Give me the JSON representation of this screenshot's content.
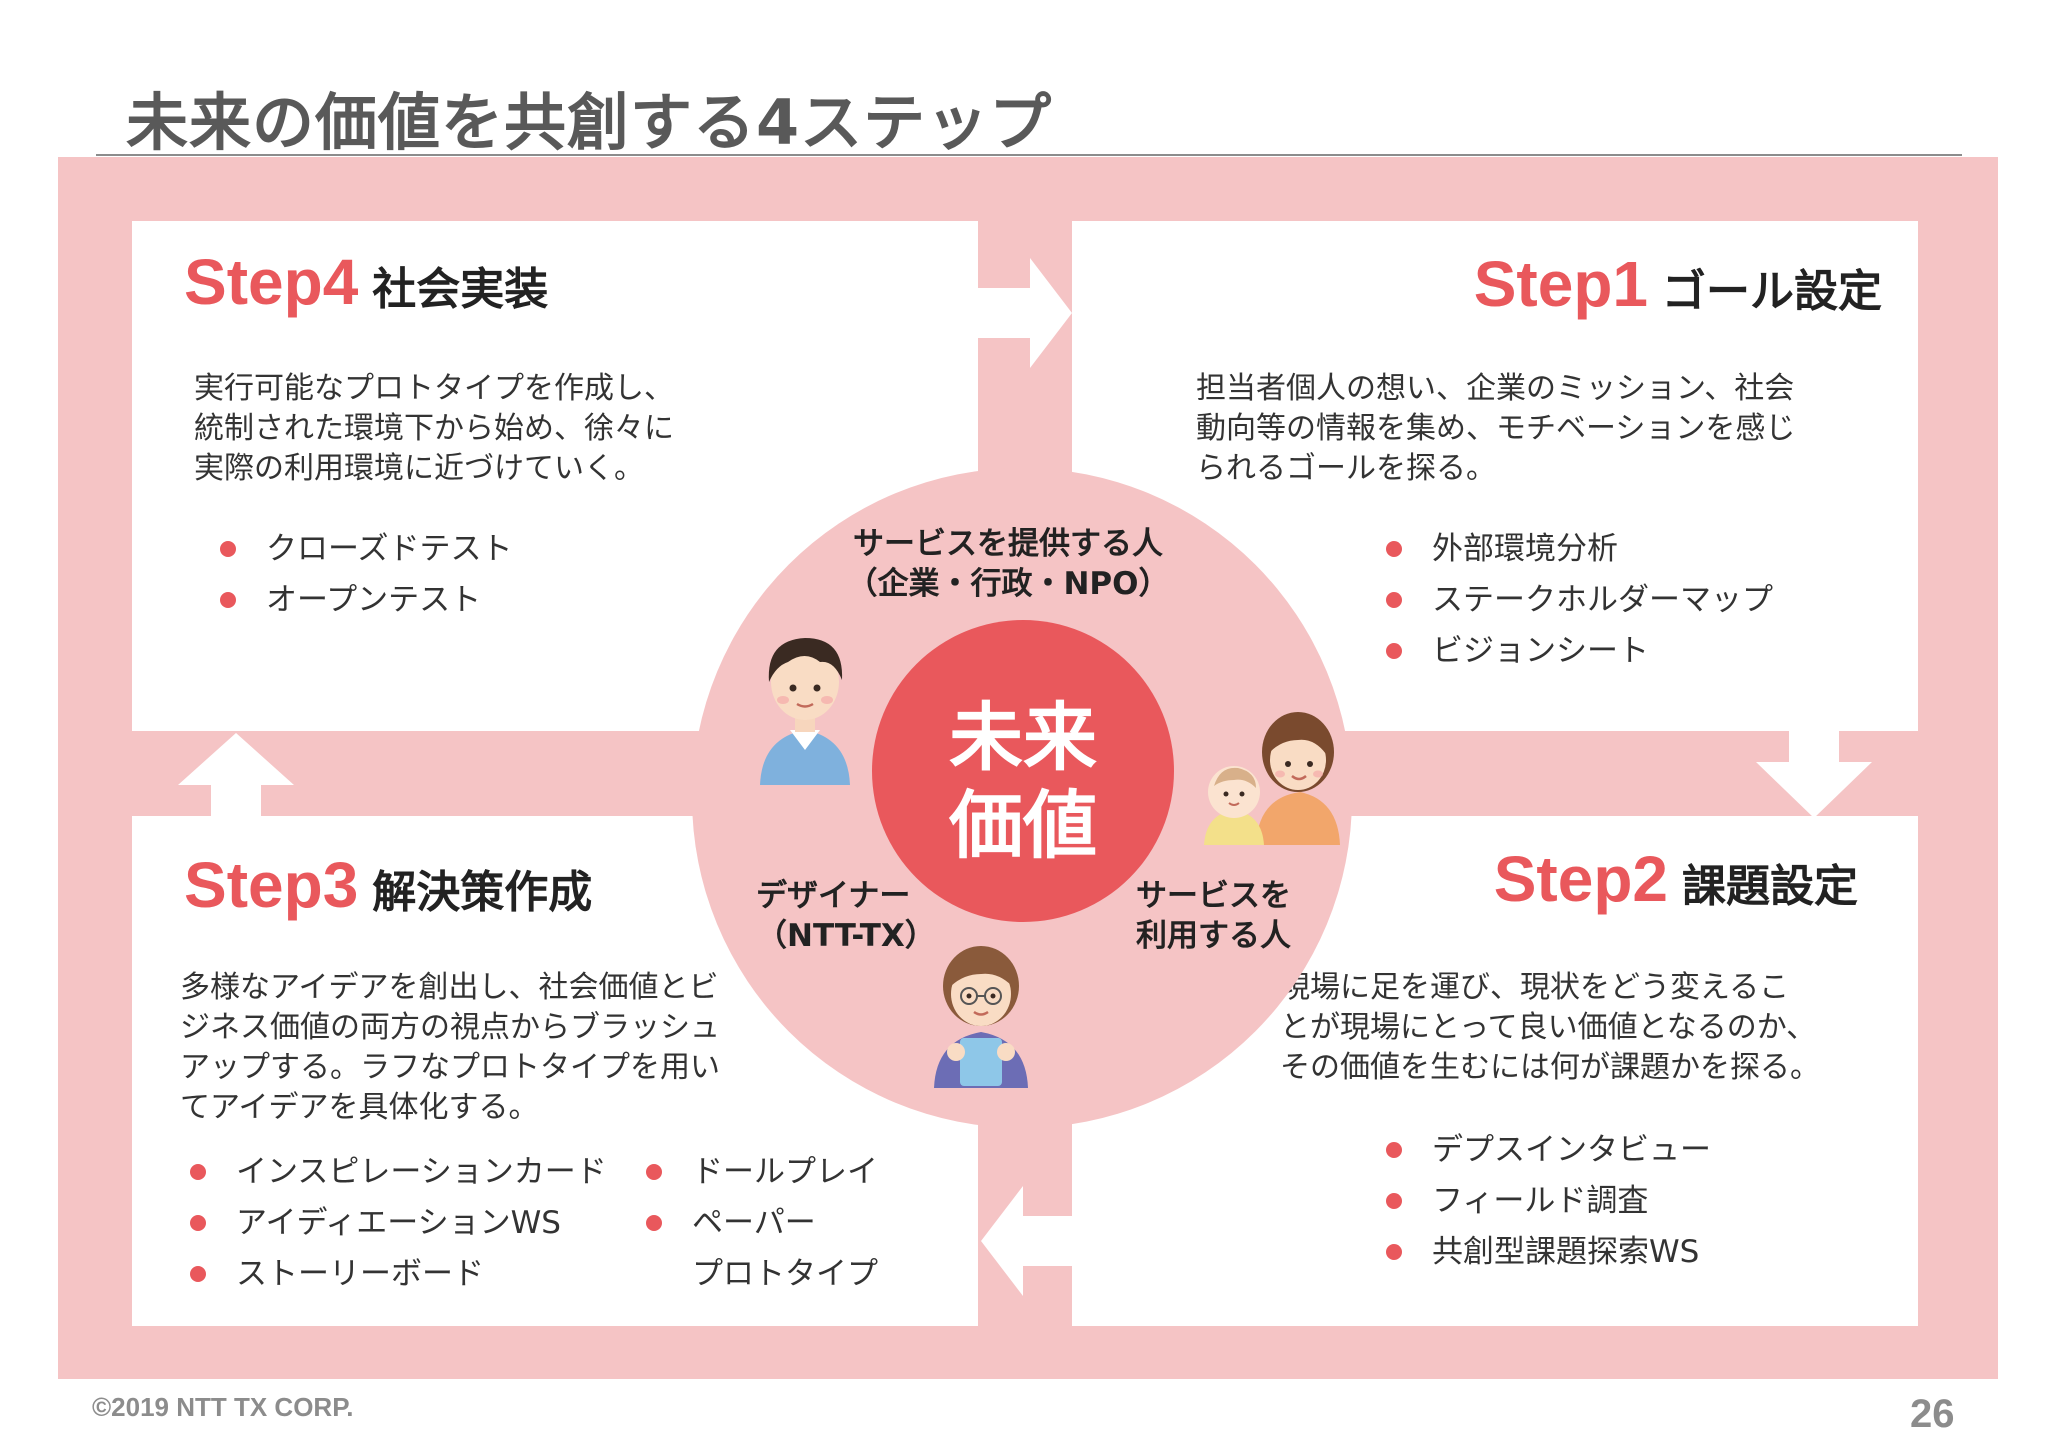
{
  "slide_title": "未来の価値を共創する4ステップ",
  "center": {
    "line1": "未来",
    "line2": "価値"
  },
  "roles": {
    "provider": {
      "line1": "サービスを提供する人",
      "line2": "（企業・行政・NPO）"
    },
    "designer": {
      "line1": "デザイナー",
      "line2": "（NTT-TX）"
    },
    "user": {
      "line1": "サービスを",
      "line2": "利用する人"
    }
  },
  "steps": {
    "step4": {
      "label": "Step4",
      "name": "社会実装",
      "description": [
        "実行可能なプロトタイプを作成し、",
        "統制された環境下から始め、徐々に",
        "実際の利用環境に近づけていく。"
      ],
      "items": [
        "クローズドテスト",
        "オープンテスト"
      ]
    },
    "step1": {
      "label": "Step1",
      "name": "ゴール設定",
      "description": [
        "担当者個人の想い、企業のミッション、社会",
        "動向等の情報を集め、モチベーションを感じ",
        "られるゴールを探る。"
      ],
      "items": [
        "外部環境分析",
        "ステークホルダーマップ",
        "ビジョンシート"
      ]
    },
    "step3": {
      "label": "Step3",
      "name": "解決策作成",
      "description": [
        "多様なアイデアを創出し、社会価値とビ",
        "ジネス価値の両方の視点からブラッシュ",
        "アップする。ラフなプロトタイプを用い",
        "てアイデアを具体化する。"
      ],
      "items_left": [
        "インスピレーションカード",
        "アイディエーションWS",
        "ストーリーボード"
      ],
      "items_right": [
        "ドールプレイ",
        "ペーパー",
        "プロトタイプ"
      ]
    },
    "step2": {
      "label": "Step2",
      "name": "課題設定",
      "description": [
        "現場に足を運び、現状をどう変えるこ",
        "とが現場にとって良い価値となるのか、",
        "その価値を生むには何が課題かを探る。"
      ],
      "items": [
        "デプスインタビュー",
        "フィールド調査",
        "共創型課題探索WS"
      ]
    },
    "footer": {
      "copyright": "©2019 NTT TX CORP.",
      "page_number": "26"
    },
    "colors": {
      "accent": "#e9585c",
      "frame_pink": "#f5c4c5",
      "title_gray": "#595959"
    }
  }
}
